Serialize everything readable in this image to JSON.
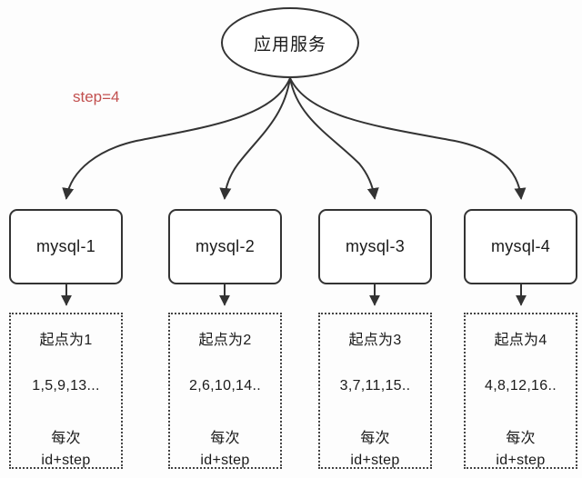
{
  "diagram": {
    "title_node": {
      "label": "应用服务",
      "shape": "ellipse"
    },
    "annotation": {
      "step_label": "step=4",
      "color": "#c2504f"
    },
    "colors": {
      "background": "#fdfdfd",
      "stroke": "#333333",
      "dashed_stroke": "#444444",
      "text": "#1a1a1a",
      "accent": "#c2504f"
    },
    "shards": [
      {
        "db_label": "mysql-1",
        "start_label": "起点为1",
        "sequence": "1,5,9,13...",
        "note_line1": "每次",
        "note_line2": "id+step"
      },
      {
        "db_label": "mysql-2",
        "start_label": "起点为2",
        "sequence": "2,6,10,14..",
        "note_line1": "每次",
        "note_line2": "id+step"
      },
      {
        "db_label": "mysql-3",
        "start_label": "起点为3",
        "sequence": "3,7,11,15..",
        "note_line1": "每次",
        "note_line2": "id+step"
      },
      {
        "db_label": "mysql-4",
        "start_label": "起点为4",
        "sequence": "4,8,12,16..",
        "note_line1": "每次",
        "note_line2": "id+step"
      }
    ]
  }
}
